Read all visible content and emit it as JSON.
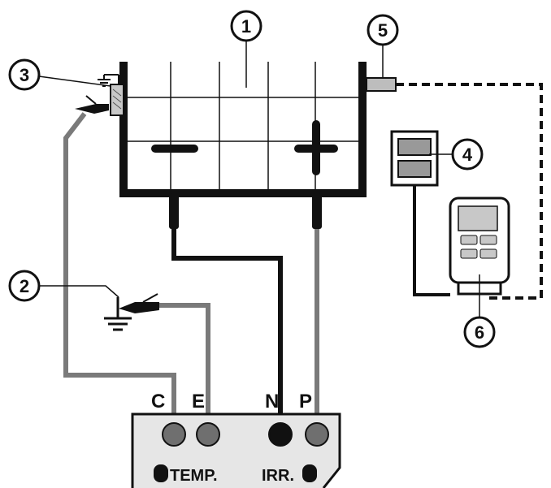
{
  "callouts": {
    "c1": "1",
    "c2": "2",
    "c3": "3",
    "c4": "4",
    "c5": "5",
    "c6": "6"
  },
  "instrument": {
    "terminals": {
      "c": "C",
      "e": "E",
      "n": "N",
      "p": "P"
    },
    "temp_label": "TEMP.",
    "irr_label": "IRR."
  },
  "colors": {
    "line_dark": "#111111",
    "lead_gray": "#7a7a7a",
    "panel_fill": "#e6e6e6",
    "panel_gray": "#9a9a9a",
    "terminal_gray": "#6f6f6f"
  }
}
